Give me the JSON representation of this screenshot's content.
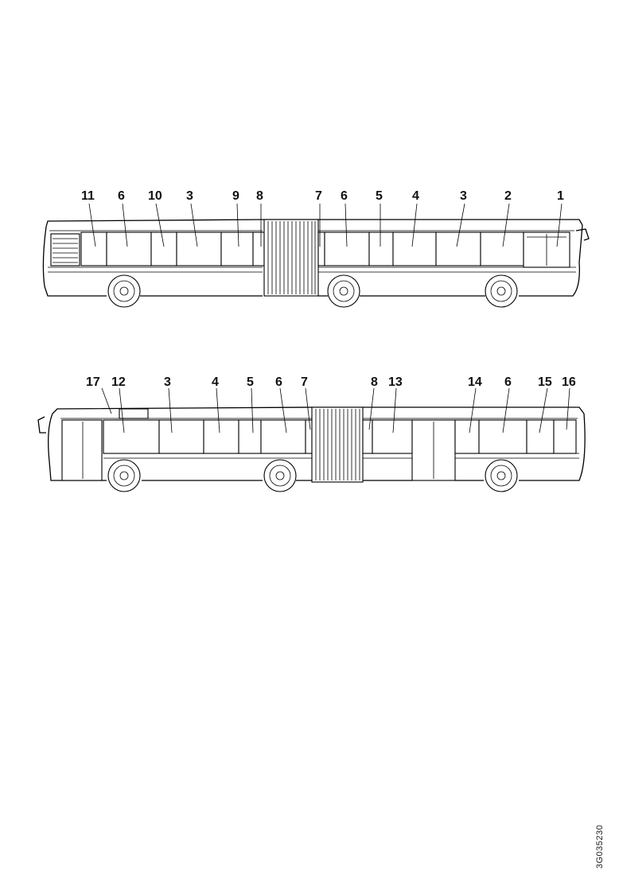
{
  "figure": {
    "reference_code": "3G035230"
  },
  "views": {
    "top": {
      "callouts": [
        "11",
        "6",
        "10",
        "3",
        "9",
        "8",
        "7",
        "6",
        "5",
        "4",
        "3",
        "2",
        "1"
      ]
    },
    "bottom": {
      "callouts": [
        "17",
        "12",
        "3",
        "4",
        "5",
        "6",
        "7",
        "8",
        "13",
        "14",
        "6",
        "15",
        "16"
      ]
    }
  }
}
